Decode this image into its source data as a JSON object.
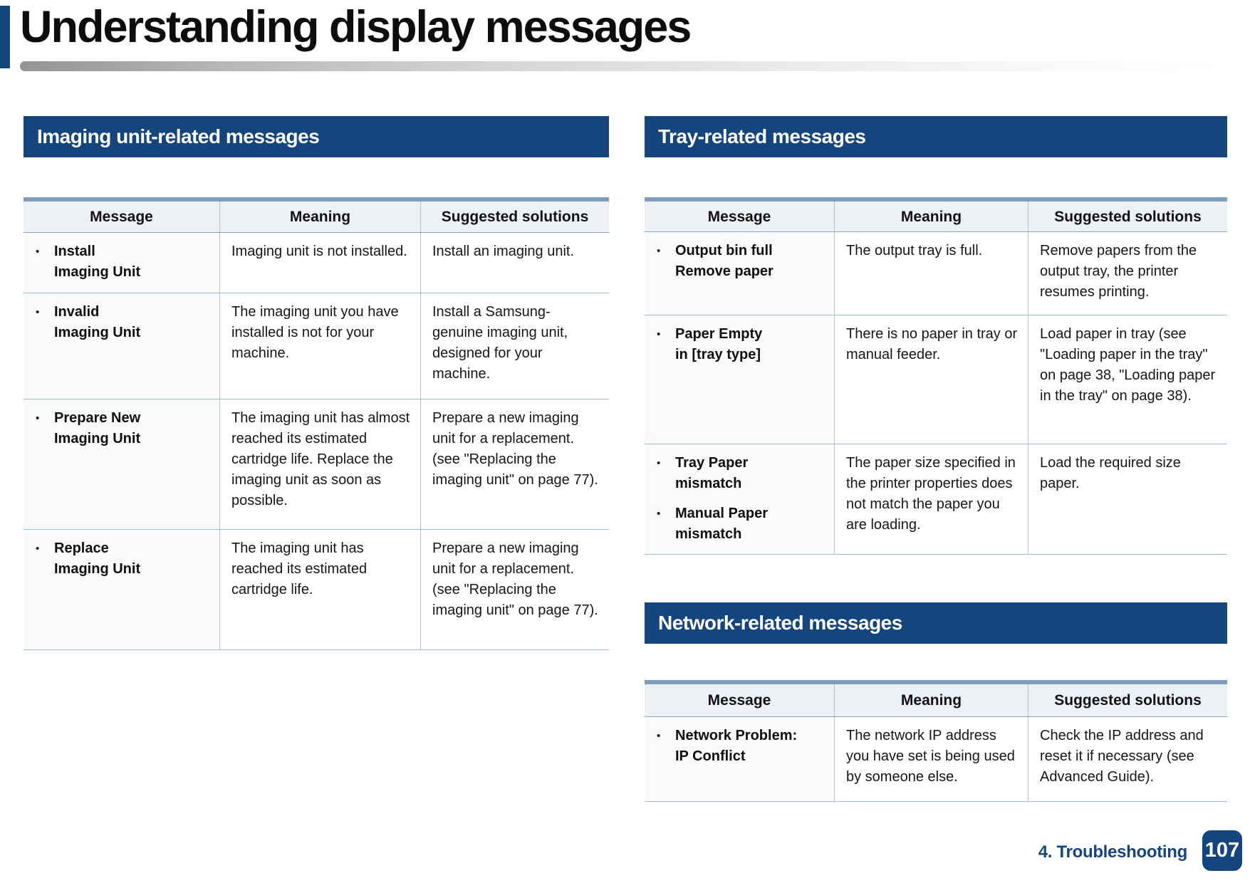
{
  "glyphs": {
    "bullet": "•"
  },
  "colors": {
    "navy": "#14457C",
    "table_top_strip": "#7E9DC1",
    "header_row_bg": "#EDF1F5",
    "message_col_bg": "#F8FAFC",
    "row_divider": "#9FBCD3",
    "col_divider": "#AFC6D8"
  },
  "page": {
    "title": "Understanding display messages",
    "footer": {
      "chapter": "4. Troubleshooting",
      "page_number": "107"
    }
  },
  "sections": [
    {
      "title": "Imaging unit-related messages",
      "headers": [
        "Message",
        "Meaning",
        "Suggested solutions"
      ],
      "rows": [
        {
          "message": [
            "Install\nImaging Unit"
          ],
          "meaning": "Imaging unit is not installed.",
          "solution": "Install an imaging unit."
        },
        {
          "message": [
            "Invalid\nImaging Unit"
          ],
          "meaning": "The imaging unit you have installed is not for your machine.",
          "solution": "Install a Samsung-genuine imaging unit, designed for your machine."
        },
        {
          "message": [
            "Prepare New\nImaging Unit"
          ],
          "meaning": "The imaging unit has almost reached its estimated cartridge life. Replace the imaging unit as soon as possible.",
          "solution": "Prepare a new imaging unit for a replacement. (see \"Replacing the imaging unit\" on page 77)."
        },
        {
          "message": [
            "Replace\nImaging Unit"
          ],
          "meaning": "The imaging unit has reached its estimated cartridge life.",
          "solution": "Prepare a new imaging unit for a replacement. (see \"Replacing the imaging unit\" on page 77)."
        }
      ]
    },
    {
      "title": "Tray-related messages",
      "headers": [
        "Message",
        "Meaning",
        "Suggested solutions"
      ],
      "rows": [
        {
          "message": [
            "Output bin full\nRemove paper"
          ],
          "meaning": "The output tray is full.",
          "solution": "Remove papers from the output tray, the printer resumes printing."
        },
        {
          "message": [
            "Paper Empty\nin [tray type]"
          ],
          "meaning": "There is no paper in tray or manual feeder.",
          "solution": "Load paper in tray (see \"Loading paper in the tray\" on page 38, \"Loading paper in the tray\" on page 38)."
        },
        {
          "message": [
            "Tray Paper\nmismatch",
            "Manual Paper\nmismatch"
          ],
          "meaning": "The paper size specified in the printer properties does not match the paper you are loading.",
          "solution": "Load the required size paper."
        }
      ]
    },
    {
      "title": "Network-related messages",
      "headers": [
        "Message",
        "Meaning",
        "Suggested solutions"
      ],
      "rows": [
        {
          "message": [
            "Network Problem:\nIP Conflict"
          ],
          "meaning": "The network IP address you have set is being used by someone else.",
          "solution": "Check the IP address and reset it if necessary (see Advanced Guide)."
        }
      ]
    }
  ]
}
